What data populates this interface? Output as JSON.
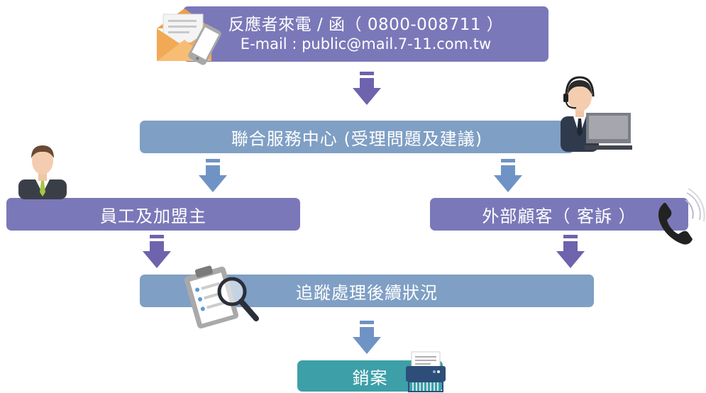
{
  "colors": {
    "purple": "#7b78b9",
    "steel_blue": "#7f9fc4",
    "teal": "#3d9fa8",
    "arrow_purple": "#6e63ad",
    "arrow_blue": "#6f93c4"
  },
  "nodes": {
    "contact": {
      "line1": "反應者來電 / 函（ 0800-008711 ）",
      "line2": "E-mail : public@mail.7-11.com.tw"
    },
    "service_center": {
      "label": "聯合服務中心 (受理問題及建議)"
    },
    "employees": {
      "label": "員工及加盟主"
    },
    "customers": {
      "label": "外部顧客（ 客訴 ）"
    },
    "follow_up": {
      "label": "追蹤處理後續狀況"
    },
    "closed": {
      "label": "銷案"
    }
  },
  "icons": [
    "mail-phone-icon",
    "call-center-agent-icon",
    "businessman-icon",
    "telephone-handset-icon",
    "clipboard-magnifier-icon",
    "shredder-icon"
  ]
}
